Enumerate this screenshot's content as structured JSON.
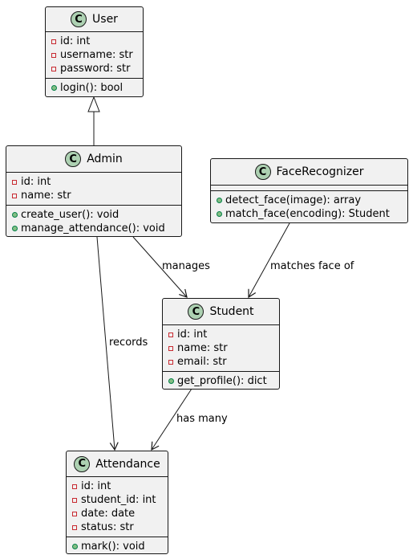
{
  "classes": {
    "user": {
      "badge": "C",
      "name": "User",
      "fields": [
        "id: int",
        "username: str",
        "password: str"
      ],
      "methods": [
        "login(): bool"
      ]
    },
    "admin": {
      "badge": "C",
      "name": "Admin",
      "fields": [
        "id: int",
        "name: str"
      ],
      "methods": [
        "create_user(): void",
        "manage_attendance(): void"
      ]
    },
    "face_recognizer": {
      "badge": "C",
      "name": "FaceRecognizer",
      "fields": [],
      "methods": [
        "detect_face(image): array",
        "match_face(encoding): Student"
      ]
    },
    "student": {
      "badge": "C",
      "name": "Student",
      "fields": [
        "id: int",
        "name: str",
        "email: str"
      ],
      "methods": [
        "get_profile(): dict"
      ]
    },
    "attendance": {
      "badge": "C",
      "name": "Attendance",
      "fields": [
        "id: int",
        "student_id: int",
        "date: date",
        "status: str"
      ],
      "methods": [
        "mark(): void"
      ]
    }
  },
  "relations": {
    "manages": "manages",
    "matches": "matches face of",
    "records": "records",
    "has_many": "has many"
  },
  "colors": {
    "class_fill": "#f1f1f1",
    "border": "#181818",
    "badge_fill": "#add1b2",
    "private_marker": "#c82930",
    "public_marker": "#84be84"
  }
}
